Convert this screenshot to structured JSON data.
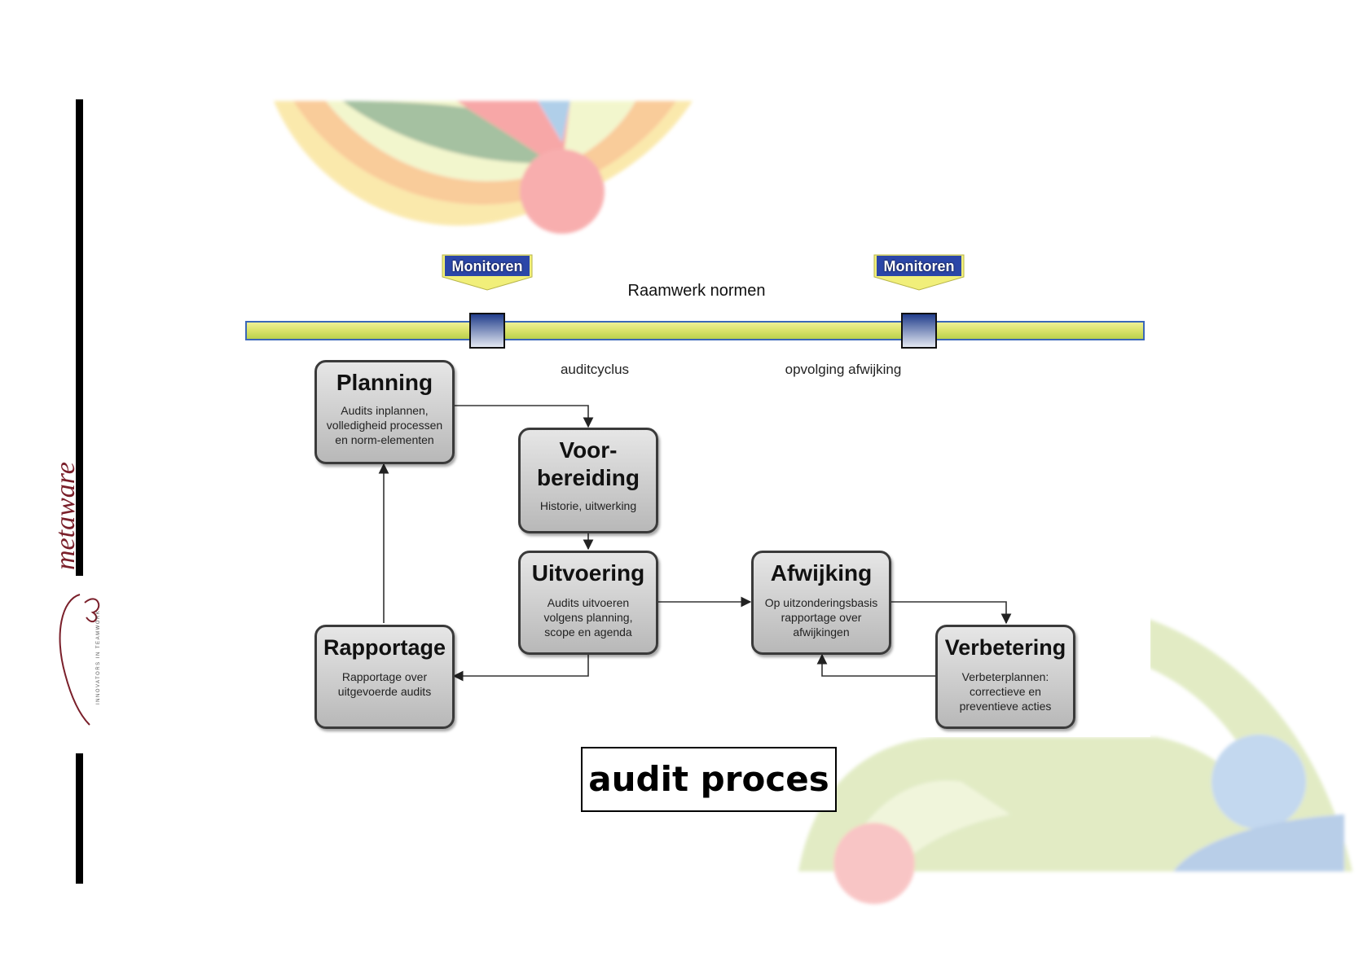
{
  "logo": {
    "name": "metaware",
    "tagline": "INNOVATORS IN TEAMWORK"
  },
  "monitor_badges": [
    "Monitoren",
    "Monitoren"
  ],
  "framework_label": "Raamwerk normen",
  "timeline_labels": {
    "cycle": "auditcyclus",
    "followup": "opvolging afwijking"
  },
  "nodes": {
    "planning": {
      "title": "Planning",
      "desc": [
        "Audits inplannen,",
        "volledigheid processen",
        "en norm-elementen"
      ]
    },
    "voorbereiding": {
      "title": [
        "Voor-",
        "bereiding"
      ],
      "desc": [
        "Historie, uitwerking"
      ]
    },
    "uitvoering": {
      "title": "Uitvoering",
      "desc": [
        "Audits uitvoeren",
        "volgens planning,",
        "scope en agenda"
      ]
    },
    "rapportage": {
      "title": "Rapportage",
      "desc": [
        "Rapportage over",
        "uitgevoerde audits"
      ]
    },
    "afwijking": {
      "title": "Afwijking",
      "desc": [
        "Op uitzonderingsbasis",
        "rapportage over",
        "afwijkingen"
      ]
    },
    "verbetering": {
      "title": "Verbetering",
      "desc": [
        "Verbeterplannen:",
        "correctieve en",
        "preventieve acties"
      ]
    }
  },
  "caption": "audit proces",
  "colors": {
    "badge_blue": "#2b46a8",
    "timeline_yellow": "#e3e873",
    "timeline_green": "#b9d44e",
    "logo_red": "#7a1f2a"
  }
}
